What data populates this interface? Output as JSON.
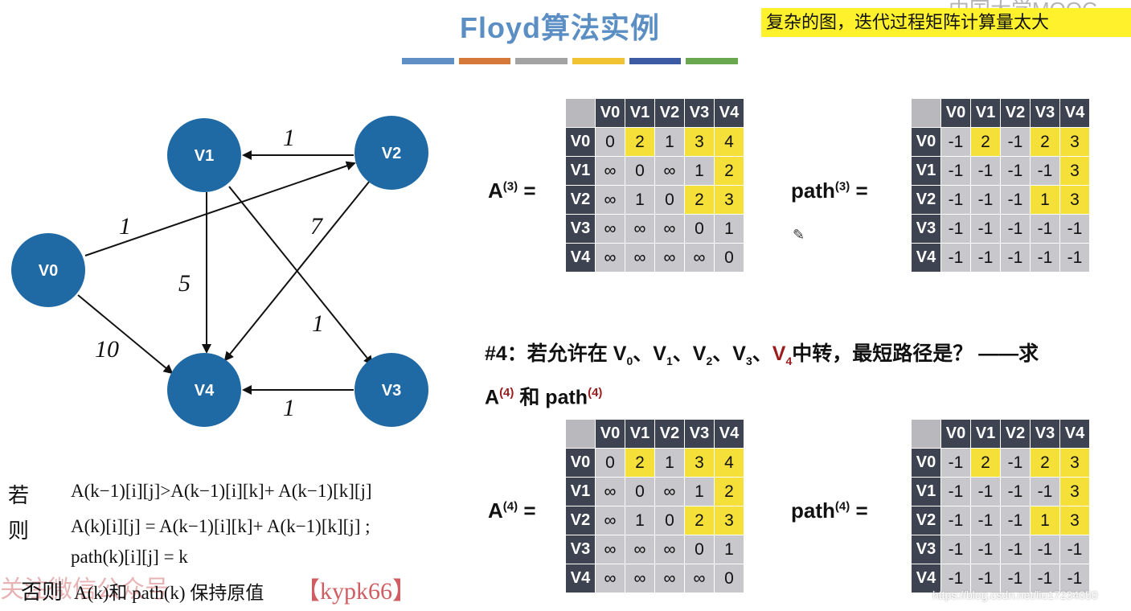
{
  "title": "Floyd算法实例",
  "note": "复杂的图，迭代过程矩阵计算量太大",
  "mooc_mark": "中国大学MOOC",
  "color_bars": [
    "#5f8fc4",
    "#d5783a",
    "#a3a3a3",
    "#f1c232",
    "#3d5ba5",
    "#6aa84f"
  ],
  "graph": {
    "nodes": [
      "V0",
      "V1",
      "V2",
      "V3",
      "V4"
    ],
    "edge_weights": [
      "1",
      "1",
      "7",
      "5",
      "1",
      "10",
      "1"
    ]
  },
  "formula": {
    "if_kw": "若",
    "then_kw": "则",
    "else_kw": "否则",
    "line1": "A(k−1)[i][j]>A(k−1)[i][k]+ A(k−1)[k][j]",
    "line2": "A(k)[i][j] = A(k−1)[i][k]+ A(k−1)[k][j] ;",
    "line3": "path(k)[i][j] = k",
    "line4": "A(k)和 path(k) 保持原值",
    "watermark": "关注微信公众号",
    "watermark_tag": "【kypk66】"
  },
  "labels": {
    "a3": "A",
    "a3_sup": "(3)",
    "path3": "path",
    "path3_sup": "(3)",
    "a4": "A",
    "a4_sup": "(4)",
    "path4": "path",
    "path4_sup": "(4)",
    "eq": "="
  },
  "question": {
    "prefix": "#4：若允许在 V",
    "s0": "0",
    "s1": "1",
    "s2": "2",
    "s3": "3",
    "s4": "4",
    "v4": "V",
    "sep": "、",
    "v": "V",
    "tail": "中转，最短路径是？ ——求",
    "line2a": "A",
    "line2_sup": "(4)",
    "line2b": " 和 path",
    "line2_sup2": "(4)"
  },
  "matrices": {
    "headers": [
      "V0",
      "V1",
      "V2",
      "V3",
      "V4"
    ],
    "A3": [
      [
        "0",
        "2",
        "1",
        "3",
        "4"
      ],
      [
        "∞",
        "0",
        "∞",
        "1",
        "2"
      ],
      [
        "∞",
        "1",
        "0",
        "2",
        "3"
      ],
      [
        "∞",
        "∞",
        "∞",
        "0",
        "1"
      ],
      [
        "∞",
        "∞",
        "∞",
        "∞",
        "0"
      ]
    ],
    "path3": [
      [
        "-1",
        "2",
        "-1",
        "2",
        "3"
      ],
      [
        "-1",
        "-1",
        "-1",
        "-1",
        "3"
      ],
      [
        "-1",
        "-1",
        "-1",
        "1",
        "3"
      ],
      [
        "-1",
        "-1",
        "-1",
        "-1",
        "-1"
      ],
      [
        "-1",
        "-1",
        "-1",
        "-1",
        "-1"
      ]
    ],
    "A4": [
      [
        "0",
        "2",
        "1",
        "3",
        "4"
      ],
      [
        "∞",
        "0",
        "∞",
        "1",
        "2"
      ],
      [
        "∞",
        "1",
        "0",
        "2",
        "3"
      ],
      [
        "∞",
        "∞",
        "∞",
        "0",
        "1"
      ],
      [
        "∞",
        "∞",
        "∞",
        "∞",
        "0"
      ]
    ],
    "path4": [
      [
        "-1",
        "2",
        "-1",
        "2",
        "3"
      ],
      [
        "-1",
        "-1",
        "-1",
        "-1",
        "3"
      ],
      [
        "-1",
        "-1",
        "-1",
        "1",
        "3"
      ],
      [
        "-1",
        "-1",
        "-1",
        "-1",
        "-1"
      ],
      [
        "-1",
        "-1",
        "-1",
        "-1",
        "-1"
      ]
    ],
    "highlight": [
      [
        0,
        1
      ],
      [
        0,
        3
      ],
      [
        0,
        4
      ],
      [
        1,
        4
      ],
      [
        2,
        3
      ],
      [
        2,
        4
      ]
    ]
  },
  "url_watermark": "https://blog.csdn.net/liu17234050"
}
